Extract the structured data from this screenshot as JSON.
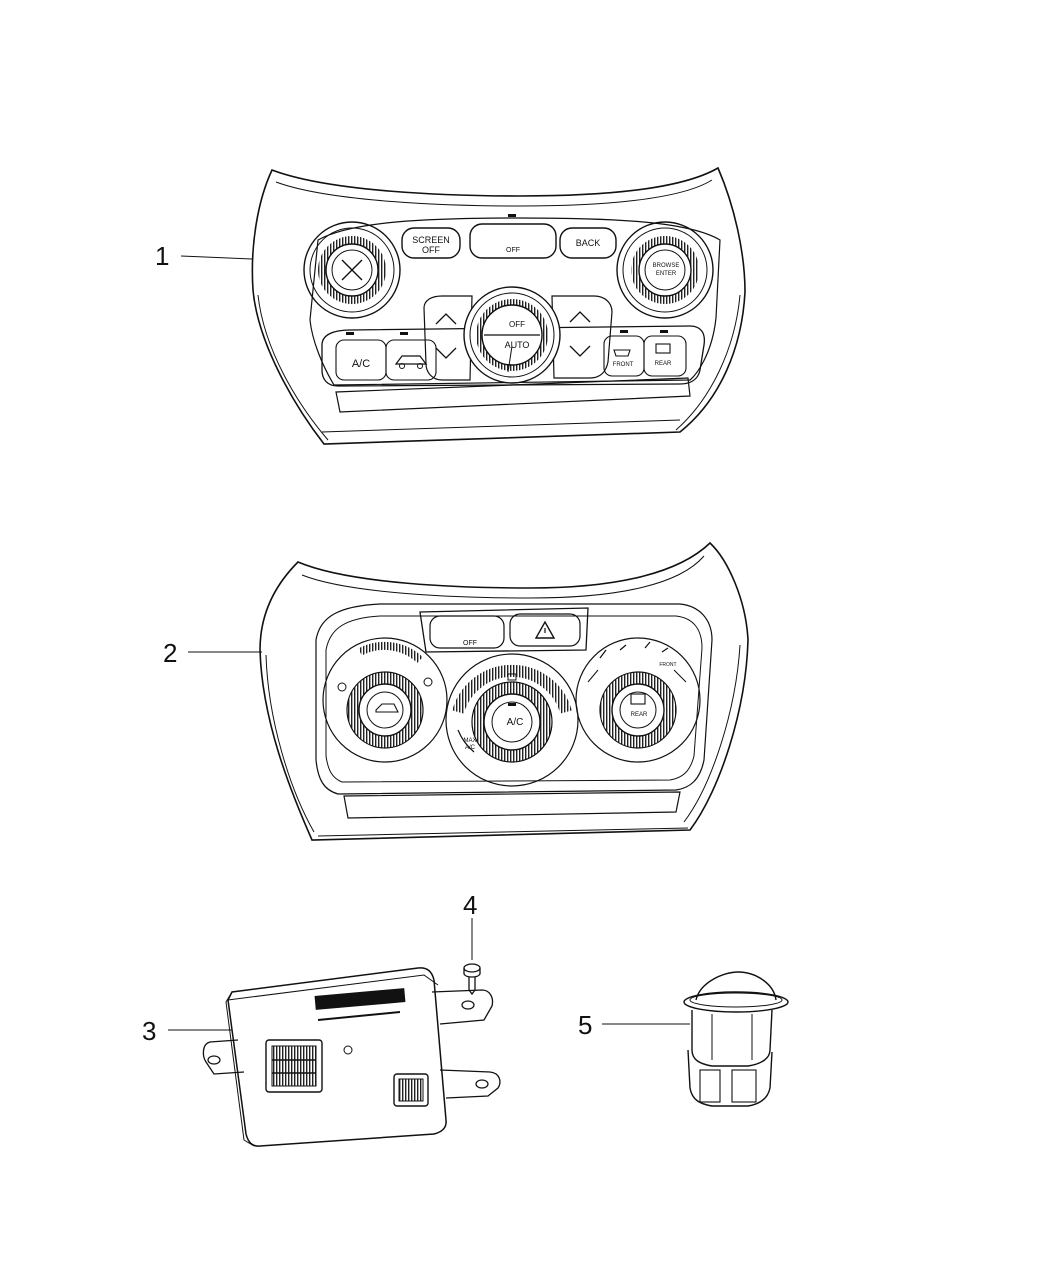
{
  "callouts": {
    "c1": "1",
    "c2": "2",
    "c3": "3",
    "c4": "4",
    "c5": "5"
  },
  "panel1": {
    "screen_off_line1": "SCREEN",
    "screen_off_line2": "OFF",
    "esc_off": "OFF",
    "back": "BACK",
    "center_off": "OFF",
    "center_auto": "AUTO",
    "ac": "A/C",
    "front": "FRONT",
    "rear": "REAR",
    "browse_line1": "BROWSE",
    "browse_line2": "ENTER"
  },
  "panel2": {
    "esc_off": "OFF",
    "ac": "A/C",
    "max_ac_line1": "MAX",
    "max_ac_line2": "A/C",
    "rear": "REAR",
    "front": "FRONT"
  }
}
